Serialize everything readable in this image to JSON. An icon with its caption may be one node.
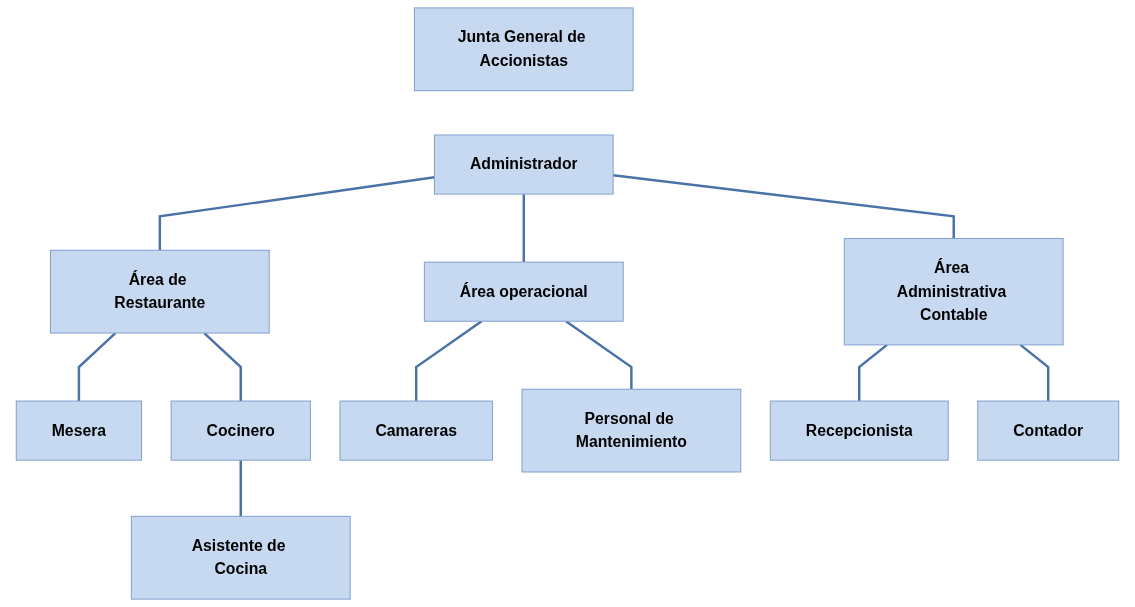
{
  "diagram": {
    "nodes": [
      {
        "text": [
          "Junta General de Accionistas"
        ]
      },
      {
        "text": [
          "Administrador"
        ]
      },
      {
        "text": [
          "Área de Restaurante"
        ]
      },
      {
        "text": [
          "Área operacional"
        ]
      },
      {
        "text": [
          "Área Administrativa Contable"
        ]
      },
      {
        "text": [
          "Mesera"
        ]
      },
      {
        "text": [
          "Cocinero"
        ]
      },
      {
        "text": [
          "Asistente de Cocina"
        ]
      },
      {
        "text": [
          "Camareras"
        ]
      },
      {
        "text": [
          "Personal de Mantenimiento"
        ]
      },
      {
        "text": [
          "Recepcionista"
        ]
      },
      {
        "text": [
          "Contador"
        ]
      }
    ],
    "edges": [
      {
        "from": 1,
        "to": 2,
        "arrow": "none"
      },
      {
        "from": 1,
        "to": 3,
        "arrow": "none"
      },
      {
        "from": 1,
        "to": 4,
        "arrow": "none"
      },
      {
        "from": 2,
        "to": 5,
        "arrow": "none"
      },
      {
        "from": 2,
        "to": 6,
        "arrow": "none"
      },
      {
        "from": 6,
        "to": 7,
        "arrow": "none"
      },
      {
        "from": 3,
        "to": 8,
        "arrow": "none"
      },
      {
        "from": 3,
        "to": 9,
        "arrow": "none"
      },
      {
        "from": 4,
        "to": 10,
        "arrow": "none"
      },
      {
        "from": 4,
        "to": 11,
        "arrow": "none"
      }
    ]
  }
}
